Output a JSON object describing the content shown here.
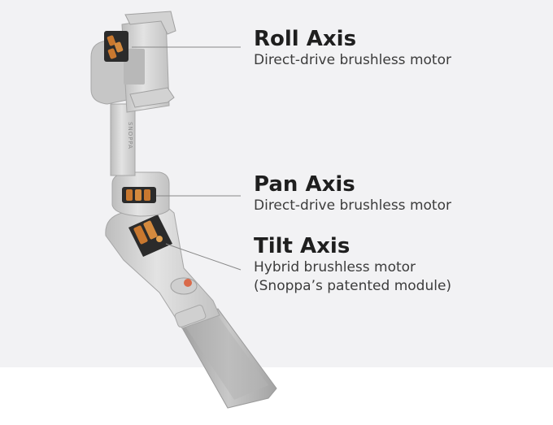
{
  "product": {
    "brand_mark": "SNOPPA"
  },
  "callouts": {
    "roll": {
      "title": "Roll Axis",
      "desc": "Direct-drive brushless motor"
    },
    "pan": {
      "title": "Pan Axis",
      "desc": "Direct-drive brushless motor"
    },
    "tilt": {
      "title": "Tilt Axis",
      "desc_line1": "Hybrid brushless motor",
      "desc_line2": "(Snoppa’s patented module)"
    }
  },
  "colors": {
    "background": "#f2f2f4",
    "body_light": "#dcdcdc",
    "body_mid": "#c4c4c4",
    "body_dark": "#a9a9a9",
    "motor_copper": "#c9782f",
    "motor_dark": "#2b2b2b",
    "leader_line": "#888888",
    "record_button": "#d96a4a"
  }
}
